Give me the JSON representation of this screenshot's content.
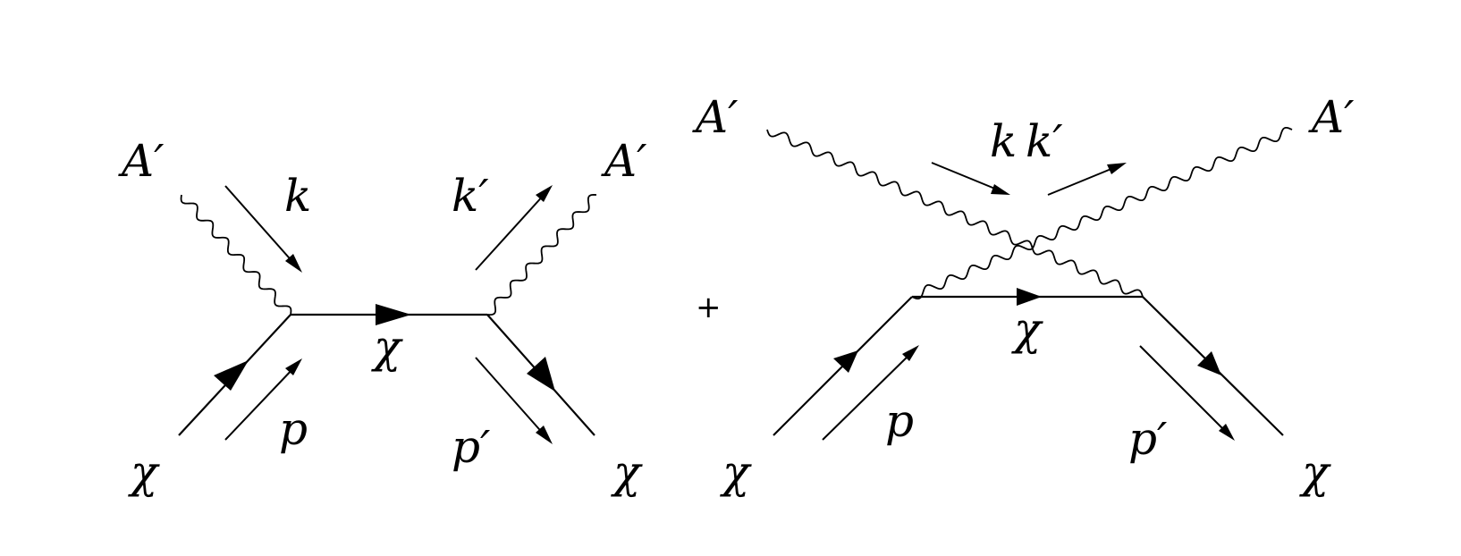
{
  "diagrams": [
    {
      "labels": {
        "photon_in": "A′",
        "photon_out": "A′",
        "k_in": "k",
        "k_out": "k′",
        "chi_in": "χ",
        "chi_mid": "χ",
        "chi_out": "χ",
        "p_in": "p",
        "p_out": "p′"
      }
    },
    {
      "labels": {
        "photon_in": "A′",
        "photon_out": "A′",
        "k_in": "k",
        "k_out": "k′",
        "chi_in": "χ",
        "chi_mid": "χ",
        "chi_out": "χ",
        "p_in": "p",
        "p_out": "p′"
      }
    }
  ],
  "operator": "+"
}
